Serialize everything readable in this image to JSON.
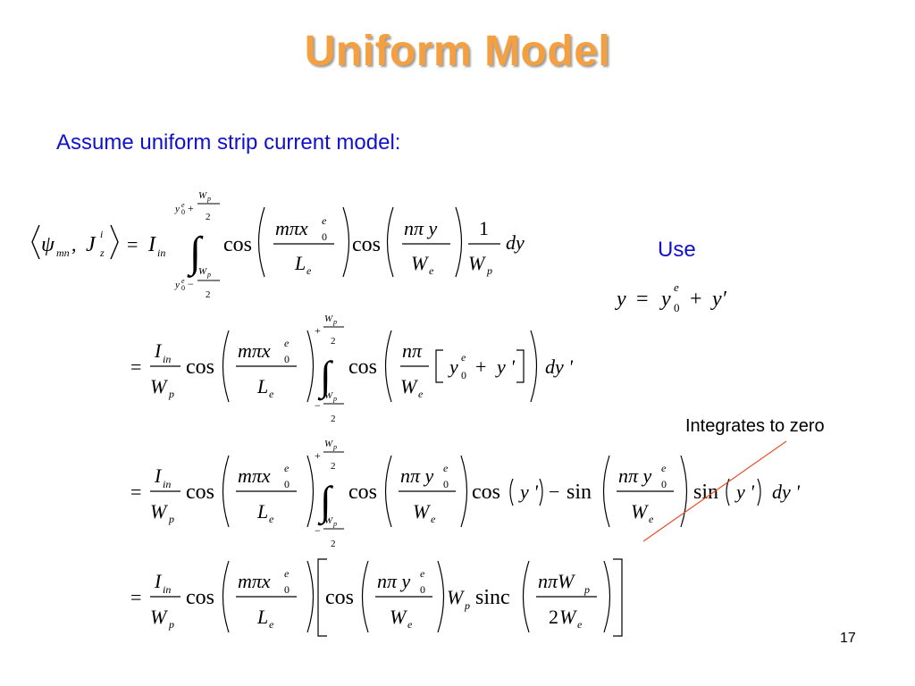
{
  "slide": {
    "title": "Uniform Model",
    "lead": "Assume uniform strip current model:",
    "use_label": "Use",
    "annotation": "Integrates to zero",
    "page_number": "17",
    "colors": {
      "title": "#f5a040",
      "blue_text": "#1010d0",
      "strike_line": "#e8502a"
    }
  },
  "equations": {
    "eq1": {
      "lhs_psi": "ψ",
      "lhs_mn": "mn",
      "lhs_J": "J",
      "lhs_i": "i",
      "lhs_z": "z",
      "lhs_I": "I",
      "lhs_in": "in",
      "upper_limit": "y0e + Wp/2",
      "lower_limit": "y0e − Wp/2",
      "cos": "cos",
      "arg1_num": "mπx0e",
      "arg1_den": "Le",
      "arg2_num": "nπy",
      "arg2_den": "We",
      "frac_num": "1",
      "frac_den": "Wp",
      "dy": "dy"
    },
    "use_eq": "y = y0e + y′",
    "eq2": "= (Iin/Wp) cos(mπx0e/Le) ∫ from −Wp/2 to +Wp/2 cos(nπ/We [y0e + y′]) dy′",
    "eq3": "= (Iin/Wp) cos(mπx0e/Le) ∫ from −Wp/2 to +Wp/2 cos(nπy0e/We) cos(y′) − sin(nπy0e/We) sin(y′) dy′",
    "eq4": "= (Iin/Wp) cos(mπx0e/Le) [ cos(nπy0e/We) Wp sinc(nπWp/2We) ]"
  }
}
